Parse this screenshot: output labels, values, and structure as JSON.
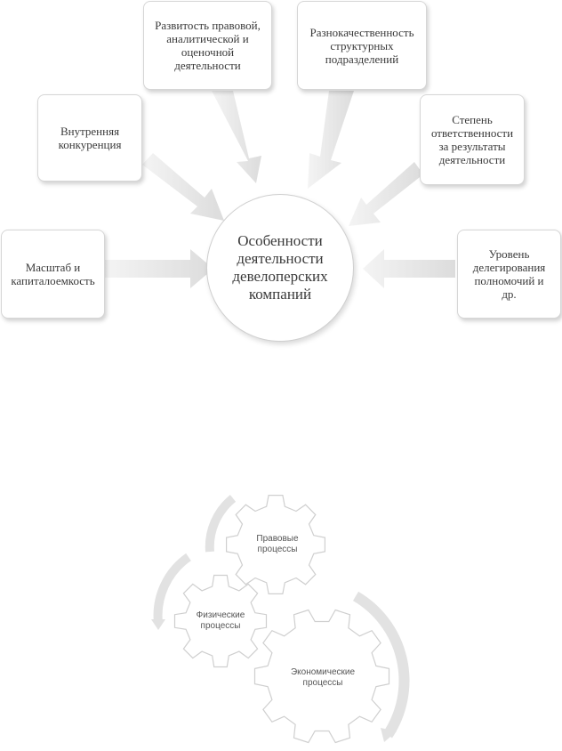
{
  "diagram1": {
    "center": "Особенности\nдеятельности\nдевелоперских\nкомпаний",
    "factors": [
      "Развитость правовой,\nаналитической и\nоценочной\nдеятельности",
      "Разнокачественность\nструктурных\nподразделений",
      "Внутренняя\nконкуренция",
      "Степень\nответственности\nза результаты\nдеятельности",
      "Масштаб и\nкапиталоемкость",
      "Уровень\nделегирования\nполномочий и\nдр."
    ]
  },
  "diagram2": {
    "gears": [
      "Правовые\nпроцессы",
      "Физические\nпроцессы",
      "Экономические\nпроцессы"
    ]
  }
}
